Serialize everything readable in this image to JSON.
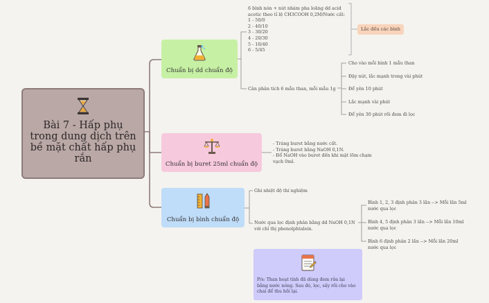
{
  "root": {
    "title_lines": [
      "Bài 7 - Hấp phụ",
      "trong dung dịch trên",
      "bề mặt chất hấp phụ",
      "rắn"
    ]
  },
  "branches": [
    {
      "label": "Chuẩn bị dd chuẩn độ",
      "icon": "flask-icon",
      "color": "#c6f0a4",
      "children": [
        {
          "lines": [
            "6 bình nón + nút nhám pha loãng dd acid",
            "acetic theo tỉ lệ CH3COOH 0,2M/Nước cất:",
            "1 - 50/0",
            "2 - 40/10",
            "3 - 30/20",
            "4 - 20/30",
            "5 - 10/40",
            "6 - 5/45"
          ],
          "summary": "Lắc đều các bình"
        },
        {
          "lines": [
            "Cân phân tích 6 mẫu than, mỗi mẫu 1g"
          ],
          "children": [
            "Cho vào mỗi bình 1 mẫu than",
            "Đậy nút, lắc mạnh trong vài phút",
            "Để yên 10 phút",
            "Lắc mạnh vài phút",
            "Để yên 30 phút rồi đem đi lọc"
          ]
        }
      ]
    },
    {
      "label": "Chuẩn bị buret 25ml chuẩn độ",
      "icon": "scale-icon",
      "color": "#f7c9dd",
      "children": [
        {
          "lines": [
            "- Tráng buret bằng nước cất.",
            "- Tráng buret bằng NaOH 0,1N.",
            "- Đổ NaOH vào buret đến khi mặt lõm chạm",
            "vạch 0ml."
          ]
        }
      ]
    },
    {
      "label": "Chuẩn bị bình chuẩn độ",
      "icon": "tools-icon",
      "color": "#bfdcf8",
      "children": [
        {
          "lines": [
            "Ghi nhiệt độ thí nghiệm"
          ]
        },
        {
          "lines": [
            "Nước qua lọc định phân bằng dd NaOH 0,1N",
            "với chỉ thị phenolphtalein."
          ],
          "children": [
            [
              "Bình 1, 2, 3 định phân 3 lần --> Mỗi lần 5ml",
              "nước qua lọc"
            ],
            [
              "Bình 4, 5 định phân 3 lần --> Mỗi lần 10ml",
              "nước qua lọc"
            ],
            [
              "Bình 6 định phân 2 lần --> Mỗi lần 20ml",
              "nước qua lọc"
            ]
          ]
        }
      ]
    }
  ],
  "note": {
    "icon": "notepad-icon",
    "color": "#cfcbfa",
    "lines": [
      "P/s: Than hoạt tính đã dùng đem rửa lại",
      "bằng nước nóng. Sau đó, lọc, sấy rồi cho vào",
      "chai để thu hồi lại."
    ]
  },
  "colors": {
    "background": "#f4f3ef",
    "root_fill": "#b9a8a6",
    "connector": "#8d7b79"
  }
}
